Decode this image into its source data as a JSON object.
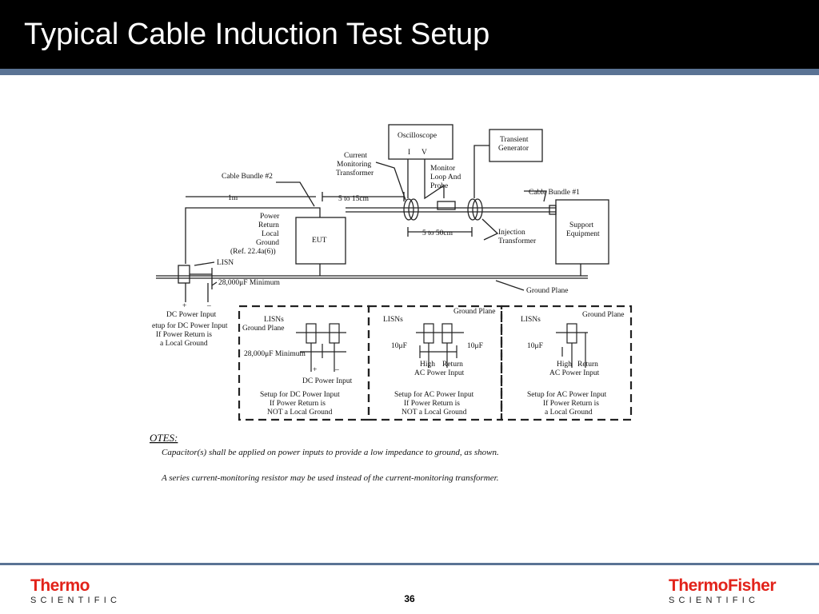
{
  "slide": {
    "title": "Typical Cable Induction Test Setup",
    "page_number": "36"
  },
  "diagram": {
    "oscilloscope": "Oscilloscope",
    "osc_i": "I",
    "osc_v": "V",
    "transient_generator": [
      "Transient",
      "Generator"
    ],
    "current_monitoring_transformer": [
      "Current",
      "Monitoring",
      "Transformer"
    ],
    "monitor_loop_probe": [
      "Monitor",
      "Loop And",
      "Probe"
    ],
    "cable_bundle_2": "Cable Bundle #2",
    "cable_bundle_1": "Cable Bundle #1",
    "dist_1m": "1m",
    "dist_5_15": "5 to 15cm",
    "dist_5_50": "5 to 50cm",
    "power_return_note": [
      "Power",
      "Return",
      "Local",
      "Ground",
      "(Ref. 22.4a(6))"
    ],
    "eut": "EUT",
    "support_equipment": [
      "Support",
      "Equipment"
    ],
    "injection_transformer": [
      "Injection",
      "Transformer"
    ],
    "lisn": "LISN",
    "cap_main": "28,000μF Minimum",
    "ground_plane": "Ground Plane",
    "dc_power_input": "DC Power Input",
    "setup_local": [
      "etup for DC Power Input",
      "If Power Return is",
      "a Local Ground"
    ],
    "plus": "+",
    "minus": "–",
    "box1": {
      "lisns": "LISNs",
      "ground_plane": "Ground Plane",
      "cap": "28,000μF Minimum",
      "dc_input": "DC Power Input",
      "caption": [
        "Setup for DC Power Input",
        "If Power Return is",
        "NOT a Local Ground"
      ]
    },
    "box2": {
      "lisns": "LISNs",
      "ground_plane": "Ground Plane",
      "cap_left": "10μF",
      "cap_right": "10μF",
      "high": "High",
      "return": "Return",
      "ac_input": "AC Power Input",
      "caption": [
        "Setup for AC Power Input",
        "If Power Return is",
        "NOT a Local Ground"
      ]
    },
    "box3": {
      "lisns": "LISNs",
      "ground_plane": "Ground Plane",
      "cap": "10μF",
      "high": "High",
      "return": "Return",
      "ac_input": "AC Power Input",
      "caption": [
        "Setup for AC Power Input",
        "If Power Return is",
        "a Local Ground"
      ]
    },
    "notes_heading": "OTES:",
    "note_1": "Capacitor(s) shall be applied on power inputs to provide a low impedance to ground, as shown.",
    "note_2": "A series current-monitoring resistor may be used instead of the current-monitoring transformer."
  },
  "logos": {
    "left_main": "Thermo",
    "left_sub": "SCIENTIFIC",
    "right_main": "ThermoFisher",
    "right_sub": "SCIENTIFIC"
  },
  "colors": {
    "title_bar": "#000000",
    "accent_rule": "#5a7394",
    "logo_red": "#e2231a"
  }
}
